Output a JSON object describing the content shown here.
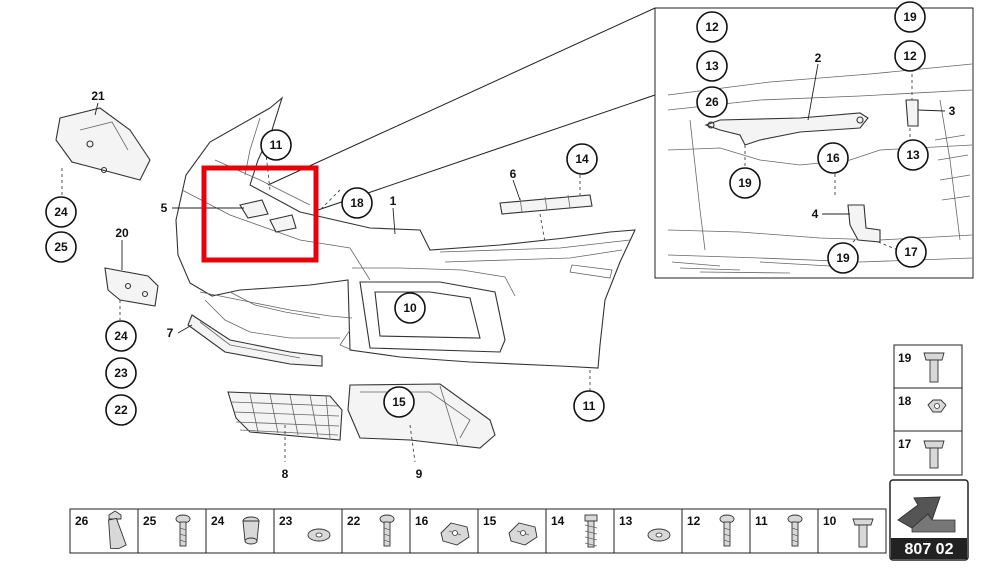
{
  "diagram": {
    "page_code": "807 02",
    "main_callouts": [
      "1",
      "5",
      "6",
      "7",
      "8",
      "9",
      "20",
      "21"
    ],
    "circle_callouts_main": [
      "11",
      "18",
      "14",
      "10",
      "11",
      "15",
      "24",
      "25",
      "24",
      "23",
      "22"
    ],
    "detail_callouts_plain": [
      "2",
      "3",
      "4"
    ],
    "detail_circle_callouts": [
      "12",
      "13",
      "26",
      "16",
      "19",
      "12",
      "13",
      "19",
      "19",
      "17"
    ],
    "right_legend": [
      {
        "num": "19",
        "icon": "flange-bolt-icon"
      },
      {
        "num": "18",
        "icon": "hex-nut-icon"
      },
      {
        "num": "17",
        "icon": "flange-bolt-icon"
      }
    ],
    "bottom_legend": [
      {
        "num": "26",
        "icon": "rivet-icon"
      },
      {
        "num": "25",
        "icon": "screw-icon"
      },
      {
        "num": "24",
        "icon": "spacer-icon"
      },
      {
        "num": "23",
        "icon": "washer-icon"
      },
      {
        "num": "22",
        "icon": "screw-icon"
      },
      {
        "num": "16",
        "icon": "clip-nut-icon"
      },
      {
        "num": "15",
        "icon": "clip-nut-icon"
      },
      {
        "num": "14",
        "icon": "plastic-screw-icon"
      },
      {
        "num": "13",
        "icon": "washer-icon"
      },
      {
        "num": "12",
        "icon": "screw-icon"
      },
      {
        "num": "11",
        "icon": "screw-icon"
      },
      {
        "num": "10",
        "icon": "flange-bolt-icon"
      }
    ],
    "highlight_color": "#e8000b"
  }
}
